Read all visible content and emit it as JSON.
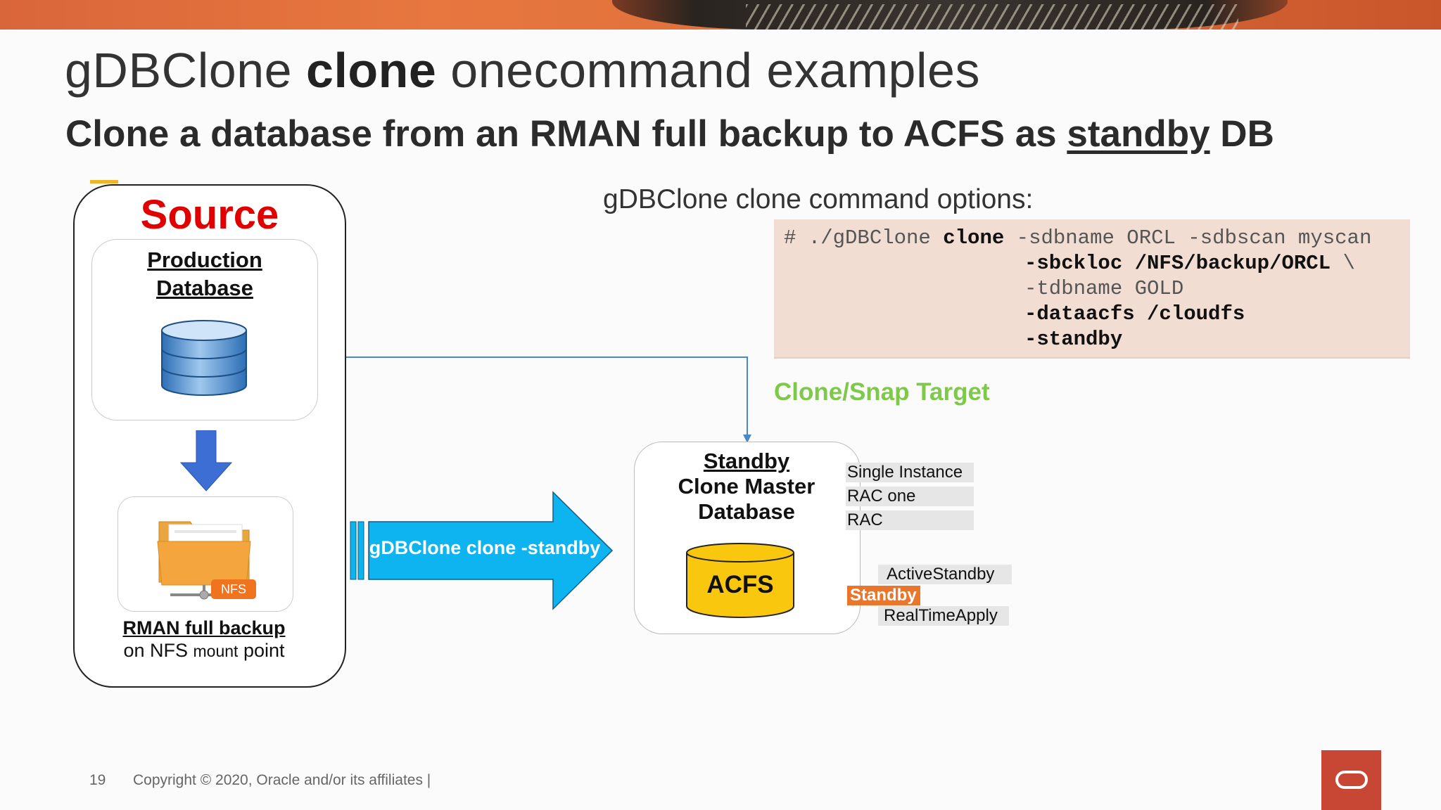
{
  "slide": {
    "title_pre": "gDBClone ",
    "title_bold": "clone",
    "title_post": " onecommand examples",
    "subtitle_pre": "Clone a database from an RMAN full backup to ACFS as ",
    "subtitle_underlined": "standby",
    "subtitle_post": " DB"
  },
  "source": {
    "title": "Source",
    "prod_line1": "Production",
    "prod_line2": "Database",
    "nfs_badge": "NFS",
    "rman_label": "RMAN full backup",
    "rman_sub_pre": "on NFS ",
    "rman_sub_small": "mount",
    "rman_sub_post": " point"
  },
  "command": {
    "heading": "gDBClone clone command options:",
    "line1_pre": "# ./gDBClone ",
    "line1_bold": "clone",
    "line1_post": " -sdbname ORCL -sdbscan myscan",
    "line2_bold": "-sbckloc /NFS/backup/ORCL",
    "line2_post": " \\",
    "line3": "-tdbname GOLD",
    "line4_bold": "-dataacfs /cloudfs",
    "line5_bold": "-standby"
  },
  "target": {
    "label": "Clone/Snap Target",
    "standby_line1": "Standby",
    "standby_line2": "Clone Master",
    "standby_line3": "Database",
    "acfs_label": "ACFS"
  },
  "arrow": {
    "label": "gDBClone clone -standby"
  },
  "options": {
    "db_types": [
      "Single Instance",
      "RAC one",
      "RAC"
    ],
    "standby_types": [
      "ActiveStandby",
      "Standby",
      "RealTimeApply"
    ],
    "selected_standby": "Standby"
  },
  "footer": {
    "page_number": "19",
    "copyright": "Copyright © 2020, Oracle and/or its affiliates  |"
  },
  "colors": {
    "source_title": "#e00000",
    "target_label": "#7ec84a",
    "arrow_fill": "#0eb4ef",
    "cmd_background": "#f2ddd2",
    "selected_option": "#e8762d",
    "oracle_red": "#c74634"
  }
}
